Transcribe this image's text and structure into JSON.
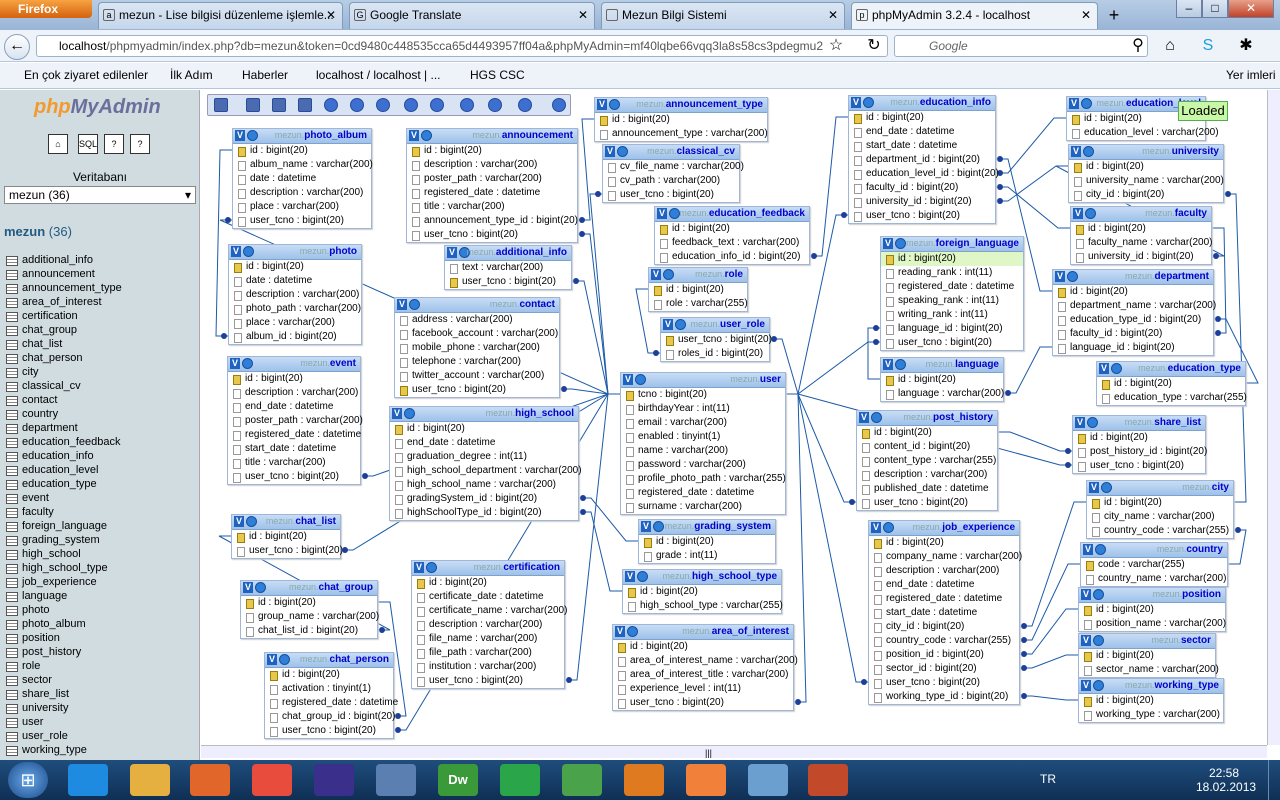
{
  "browser": {
    "app_button": "Firefox",
    "tabs": [
      {
        "label": "mezun - Lise bilgisi düzenleme işlemle...",
        "icon": "edit-page-icon"
      },
      {
        "label": "Google Translate",
        "icon": "google-icon"
      },
      {
        "label": "Mezun Bilgi Sistemi",
        "icon": "blank-page-icon"
      },
      {
        "label": "phpMyAdmin 3.2.4 - localhost",
        "icon": "pma-icon"
      }
    ],
    "new_tab": "+",
    "url_host": "localhost",
    "url_path": "/phpmyadmin/index.php?db=mezun&token=0cd9480c448535cca65d4493957ff04a&phpMyAdmin=mf40lqbe66vqq3la8s58cs3pdegmu2",
    "search_placeholder": "Google",
    "bookmarks": [
      "En çok ziyaret edilenler",
      "İlk Adım",
      "Haberler",
      "localhost / localhost | ...",
      "HGS CSC"
    ],
    "bookmarks_right": "Yer imleri"
  },
  "sidebar": {
    "logo_a": "php",
    "logo_b": "MyAdmin",
    "db_label": "Veritabanı",
    "db_selected": "mezun (36)",
    "db_name": "mezun",
    "db_count": "(36)",
    "tables": [
      "additional_info",
      "announcement",
      "announcement_type",
      "area_of_interest",
      "certification",
      "chat_group",
      "chat_list",
      "chat_person",
      "city",
      "classical_cv",
      "contact",
      "country",
      "department",
      "education_feedback",
      "education_info",
      "education_level",
      "education_type",
      "event",
      "faculty",
      "foreign_language",
      "grading_system",
      "high_school",
      "high_school_type",
      "job_experience",
      "language",
      "photo",
      "photo_album",
      "position",
      "post_history",
      "role",
      "sector",
      "share_list",
      "university",
      "user",
      "user_role",
      "working_type"
    ]
  },
  "designer": {
    "loaded": "Loaded",
    "db_prefix": "mezun.",
    "tables": [
      {
        "name": "photo_album",
        "rows": [
          "id : bigint(20)",
          "album_name : varchar(200)",
          "date : datetime",
          "description : varchar(200)",
          "place : varchar(200)",
          "user_tcno : bigint(20)"
        ]
      },
      {
        "name": "photo",
        "rows": [
          "id : bigint(20)",
          "date : datetime",
          "description : varchar(200)",
          "photo_path : varchar(200)",
          "place : varchar(200)",
          "album_id : bigint(20)"
        ]
      },
      {
        "name": "event",
        "rows": [
          "id : bigint(20)",
          "description : varchar(200)",
          "end_date : datetime",
          "poster_path : varchar(200)",
          "registered_date : datetime",
          "start_date : datetime",
          "title : varchar(200)",
          "user_tcno : bigint(20)"
        ]
      },
      {
        "name": "chat_list",
        "rows": [
          "id : bigint(20)",
          "user_tcno : bigint(20)"
        ]
      },
      {
        "name": "chat_group",
        "rows": [
          "id : bigint(20)",
          "group_name : varchar(200)",
          "chat_list_id : bigint(20)"
        ]
      },
      {
        "name": "chat_person",
        "rows": [
          "id : bigint(20)",
          "activation : tinyint(1)",
          "registered_date : datetime",
          "chat_group_id : bigint(20)",
          "user_tcno : bigint(20)"
        ]
      },
      {
        "name": "announcement",
        "rows": [
          "id : bigint(20)",
          "description : varchar(200)",
          "poster_path : varchar(200)",
          "registered_date : datetime",
          "title : varchar(200)",
          "announcement_type_id : bigint(20)",
          "user_tcno : bigint(20)"
        ]
      },
      {
        "name": "additional_info",
        "rows": [
          "text : varchar(200)",
          "user_tcno : bigint(20)"
        ]
      },
      {
        "name": "contact",
        "rows": [
          "address : varchar(200)",
          "facebook_account : varchar(200)",
          "mobile_phone : varchar(200)",
          "telephone : varchar(200)",
          "twitter_account : varchar(200)",
          "user_tcno : bigint(20)"
        ]
      },
      {
        "name": "high_school",
        "rows": [
          "id : bigint(20)",
          "end_date : datetime",
          "graduation_degree : int(11)",
          "high_school_department : varchar(200)",
          "high_school_name : varchar(200)",
          "gradingSystem_id : bigint(20)",
          "highSchoolType_id : bigint(20)"
        ]
      },
      {
        "name": "certification",
        "rows": [
          "id : bigint(20)",
          "certificate_date : datetime",
          "certificate_name : varchar(200)",
          "description : varchar(200)",
          "file_name : varchar(200)",
          "file_path : varchar(200)",
          "institution : varchar(200)",
          "user_tcno : bigint(20)"
        ]
      },
      {
        "name": "announcement_type",
        "rows": [
          "id : bigint(20)",
          "announcement_type : varchar(200)"
        ]
      },
      {
        "name": "classical_cv",
        "rows": [
          "cv_file_name : varchar(200)",
          "cv_path : varchar(200)",
          "user_tcno : bigint(20)"
        ]
      },
      {
        "name": "education_feedback",
        "rows": [
          "id : bigint(20)",
          "feedback_text : varchar(200)",
          "education_info_id : bigint(20)"
        ]
      },
      {
        "name": "role",
        "rows": [
          "id : bigint(20)",
          "role : varchar(255)"
        ]
      },
      {
        "name": "user_role",
        "rows": [
          "user_tcno : bigint(20)",
          "roles_id : bigint(20)"
        ]
      },
      {
        "name": "user",
        "rows": [
          "tcno : bigint(20)",
          "birthdayYear : int(11)",
          "email : varchar(200)",
          "enabled : tinyint(1)",
          "name : varchar(200)",
          "password : varchar(200)",
          "profile_photo_path : varchar(255)",
          "registered_date : datetime",
          "surname : varchar(200)"
        ]
      },
      {
        "name": "grading_system",
        "rows": [
          "id : bigint(20)",
          "grade : int(11)"
        ]
      },
      {
        "name": "high_school_type",
        "rows": [
          "id : bigint(20)",
          "high_school_type : varchar(255)"
        ]
      },
      {
        "name": "area_of_interest",
        "rows": [
          "id : bigint(20)",
          "area_of_interest_name : varchar(200)",
          "area_of_interest_title : varchar(200)",
          "experience_level : int(11)",
          "user_tcno : bigint(20)"
        ]
      },
      {
        "name": "education_info",
        "rows": [
          "id : bigint(20)",
          "end_date : datetime",
          "start_date : datetime",
          "department_id : bigint(20)",
          "education_level_id : bigint(20)",
          "faculty_id : bigint(20)",
          "university_id : bigint(20)",
          "user_tcno : bigint(20)"
        ]
      },
      {
        "name": "foreign_language",
        "rows": [
          "id : bigint(20)",
          "reading_rank : int(11)",
          "registered_date : datetime",
          "speaking_rank : int(11)",
          "writing_rank : int(11)",
          "language_id : bigint(20)",
          "user_tcno : bigint(20)"
        ]
      },
      {
        "name": "language",
        "rows": [
          "id : bigint(20)",
          "language : varchar(200)"
        ]
      },
      {
        "name": "post_history",
        "rows": [
          "id : bigint(20)",
          "content_id : bigint(20)",
          "content_type : varchar(255)",
          "description : varchar(200)",
          "published_date : datetime",
          "user_tcno : bigint(20)"
        ]
      },
      {
        "name": "job_experience",
        "rows": [
          "id : bigint(20)",
          "company_name : varchar(200)",
          "description : varchar(200)",
          "end_date : datetime",
          "registered_date : datetime",
          "start_date : datetime",
          "city_id : bigint(20)",
          "country_code : varchar(255)",
          "position_id : bigint(20)",
          "sector_id : bigint(20)",
          "user_tcno : bigint(20)",
          "working_type_id : bigint(20)"
        ]
      },
      {
        "name": "education_level",
        "rows": [
          "id : bigint(20)",
          "education_level : varchar(200)"
        ]
      },
      {
        "name": "university",
        "rows": [
          "id : bigint(20)",
          "university_name : varchar(200)",
          "city_id : bigint(20)"
        ]
      },
      {
        "name": "faculty",
        "rows": [
          "id : bigint(20)",
          "faculty_name : varchar(200)",
          "university_id : bigint(20)"
        ]
      },
      {
        "name": "department",
        "rows": [
          "id : bigint(20)",
          "department_name : varchar(200)",
          "education_type_id : bigint(20)",
          "faculty_id : bigint(20)",
          "language_id : bigint(20)"
        ]
      },
      {
        "name": "education_type",
        "rows": [
          "id : bigint(20)",
          "education_type : varchar(255)"
        ]
      },
      {
        "name": "share_list",
        "rows": [
          "id : bigint(20)",
          "post_history_id : bigint(20)",
          "user_tcno : bigint(20)"
        ]
      },
      {
        "name": "city",
        "rows": [
          "id : bigint(20)",
          "city_name : varchar(200)",
          "country_code : varchar(255)"
        ]
      },
      {
        "name": "country",
        "rows": [
          "code : varchar(255)",
          "country_name : varchar(200)"
        ]
      },
      {
        "name": "position",
        "rows": [
          "id : bigint(20)",
          "position_name : varchar(200)"
        ]
      },
      {
        "name": "sector",
        "rows": [
          "id : bigint(20)",
          "sector_name : varchar(200)"
        ]
      },
      {
        "name": "working_type",
        "rows": [
          "id : bigint(20)",
          "working_type : varchar(200)"
        ]
      }
    ]
  },
  "taskbar": {
    "lang": "TR",
    "time": "22:58",
    "date": "18.02.2013",
    "items": [
      "ie-icon",
      "explorer-icon",
      "media-player-icon",
      "chrome-icon",
      "eclipse-icon",
      "db-tool-icon",
      "Dw",
      "skype-icon",
      "s-app-icon",
      "firefox-icon",
      "xampp-icon",
      "box-icon",
      "java-ee-ide-icon"
    ]
  }
}
